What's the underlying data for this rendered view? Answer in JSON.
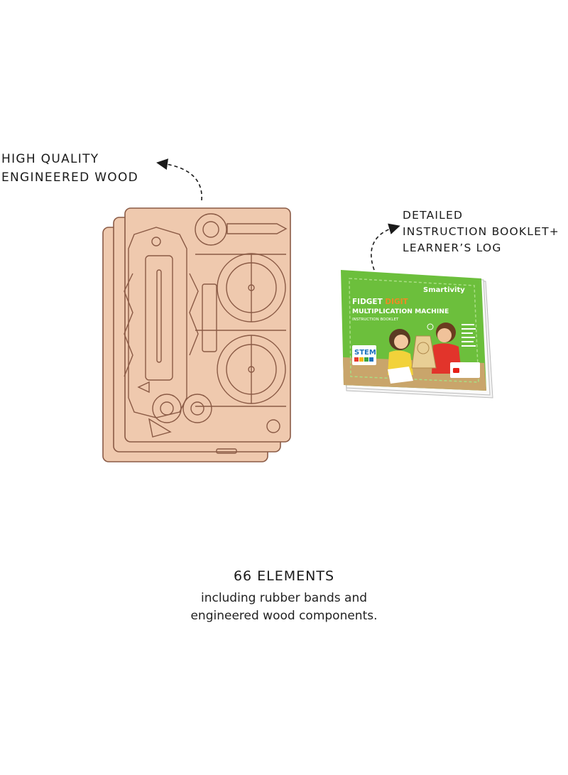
{
  "callouts": {
    "wood": {
      "line1": "HIGH QUALITY",
      "line2": "ENGINEERED WOOD"
    },
    "booklet": {
      "line1": "DETAILED",
      "line2": "INSTRUCTION BOOKLET+",
      "line3": "LEARNER’S LOG"
    }
  },
  "booklet_cover": {
    "brand": "Smartivity",
    "title_word1": "FIDGET",
    "title_word2": "DIGIT",
    "title_line2": "MULTIPLICATION MACHINE",
    "subtitle": "INSTRUCTION BOOKLET",
    "badge": "STEM",
    "colors": {
      "cover_green": "#6cbf3c",
      "digit_orange": "#f08a24",
      "ground_tan": "#c9a56b"
    }
  },
  "features": {
    "title": "66 ELEMENTS",
    "desc_line1": "including rubber bands and",
    "desc_line2": "engineered wood components."
  },
  "colors": {
    "wood": "#efc9ae",
    "wood_outline": "#8a5a45",
    "text": "#1a1a1a"
  }
}
